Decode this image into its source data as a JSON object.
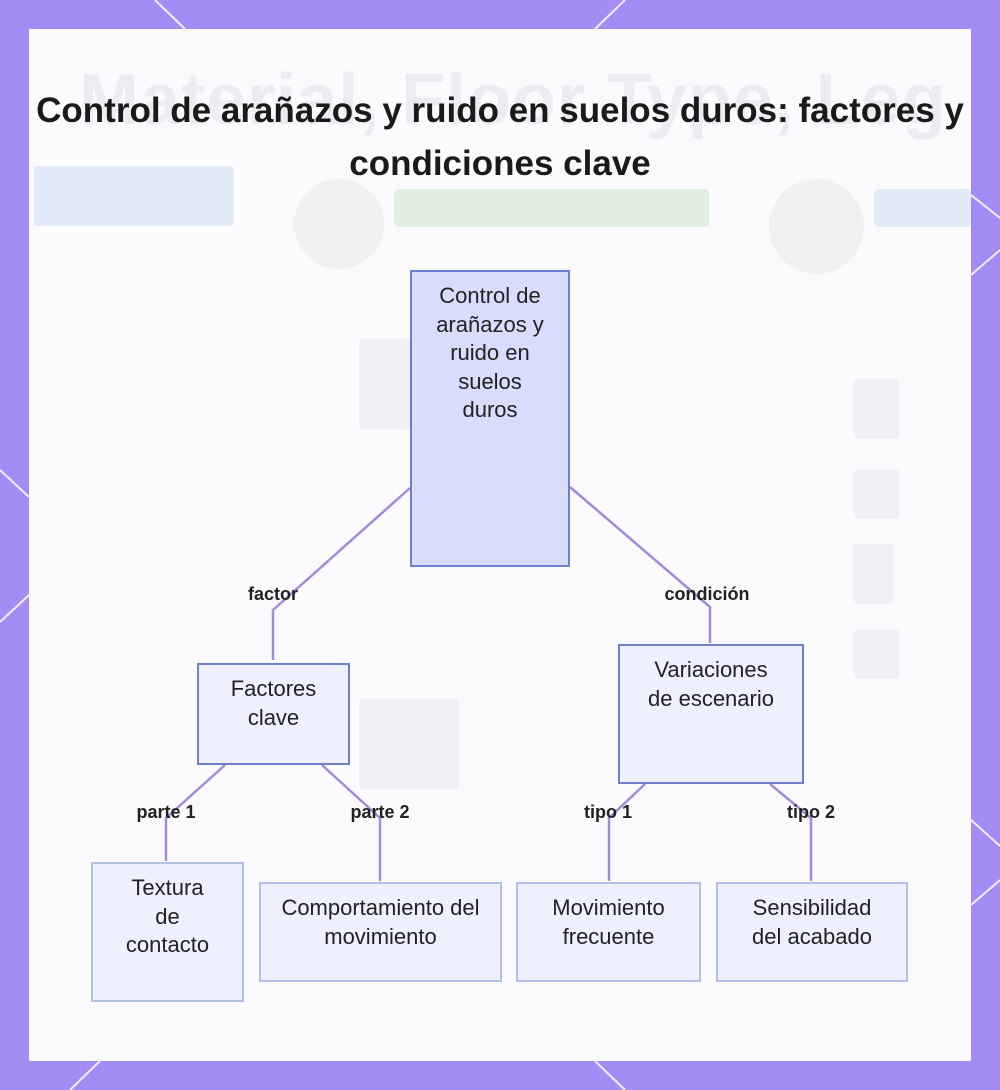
{
  "title": "Control de arañazos y ruido en suelos duros: factores y condiciones clave",
  "watermark": "Material, Floor Type, Leg Fit",
  "colors": {
    "frame": "#a48cf5",
    "edge": "#a48ad8",
    "root_fill": "#d8dcfd",
    "node_fill": "#eef0fd"
  },
  "nodes": {
    "root": "Control de arañazos y ruido en suelos duros",
    "factores": "Factores clave",
    "variaciones": "Variaciones de escenario",
    "textura": "Textura de contacto",
    "comportamiento": "Comportamiento del movimiento",
    "movimiento": "Movimiento frecuente",
    "sensibilidad": "Sensibilidad del acabado"
  },
  "edges": {
    "factor": "factor",
    "condicion": "condición",
    "parte1": "parte 1",
    "parte2": "parte 2",
    "tipo1": "tipo 1",
    "tipo2": "tipo 2"
  }
}
